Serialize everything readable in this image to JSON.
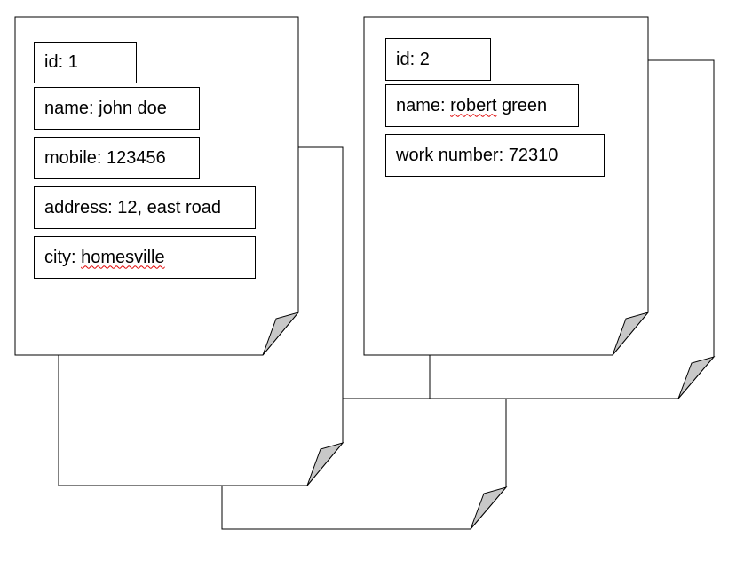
{
  "documents": [
    {
      "fields": [
        {
          "key": "id",
          "value": "1"
        },
        {
          "key": "name",
          "value": "john doe"
        },
        {
          "key": "mobile",
          "value": "123456"
        },
        {
          "key": "address",
          "value": "12, east road"
        },
        {
          "key": "city",
          "value": "homesville",
          "flagged": "homesville"
        }
      ]
    },
    {
      "fields": [
        {
          "key": "id",
          "value": "2"
        },
        {
          "key": "name",
          "value": "robert green",
          "flagged": "robert"
        },
        {
          "key": "work number",
          "value": "72310"
        }
      ]
    }
  ],
  "separator": ": ",
  "colors": {
    "stroke": "#000000",
    "page_fill": "#ffffff",
    "fold_fill": "#c8c8c8",
    "spellcheck": "#e00000"
  }
}
